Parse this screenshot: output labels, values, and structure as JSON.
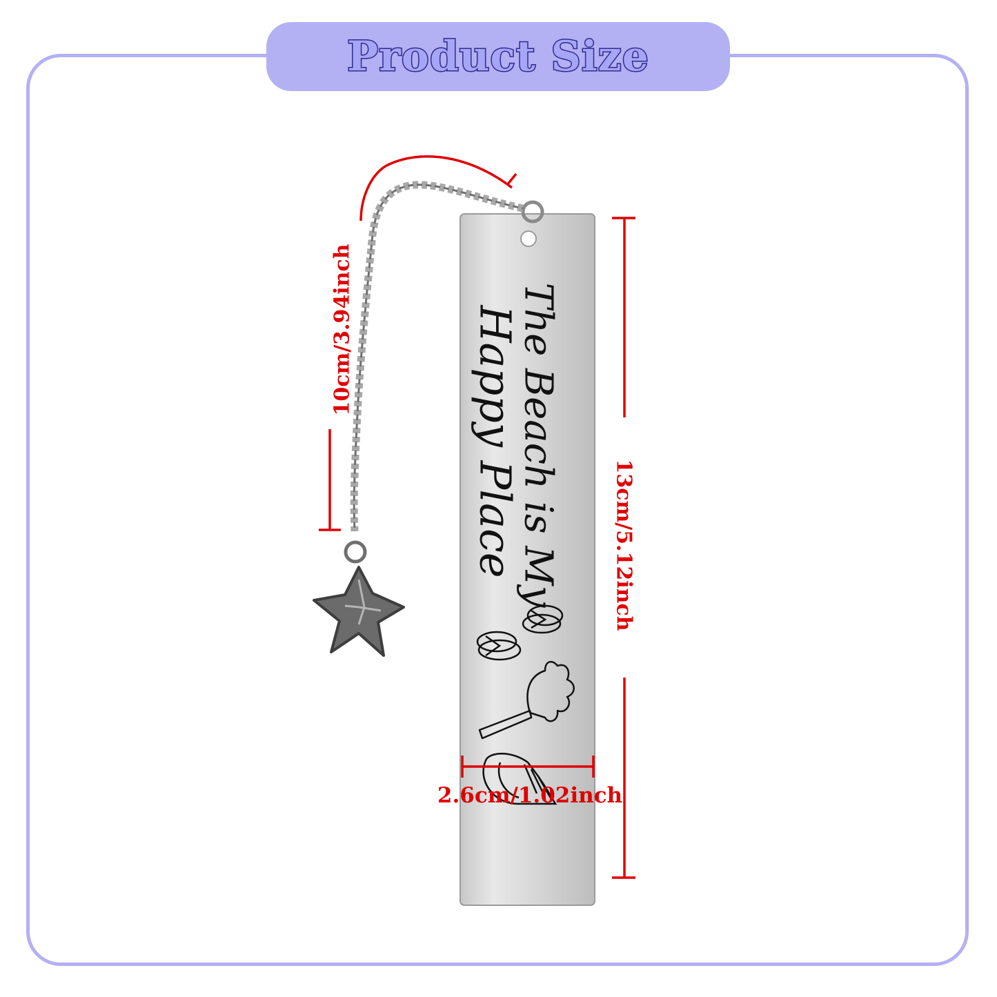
{
  "header": {
    "title": "Product Size"
  },
  "product": {
    "engraving_line1": "The Beach is My",
    "engraving_line2": "Happy Place",
    "charm": "starfish-charm",
    "icons": [
      "flip-flops-icon",
      "flip-flops-icon",
      "palm-tree-icon",
      "seashell-icon"
    ]
  },
  "dimensions": {
    "chain_length": "10cm/3.94inch",
    "bookmark_height": "13cm/5.12inch",
    "bookmark_width": "2.6cm/1.02inch"
  },
  "colors": {
    "frame": "#b3b0f3",
    "title_fill": "#a7a6f6",
    "title_outline": "#2e2b8f",
    "dimension_red": "#e00000",
    "metal": "#d9d9d9"
  }
}
